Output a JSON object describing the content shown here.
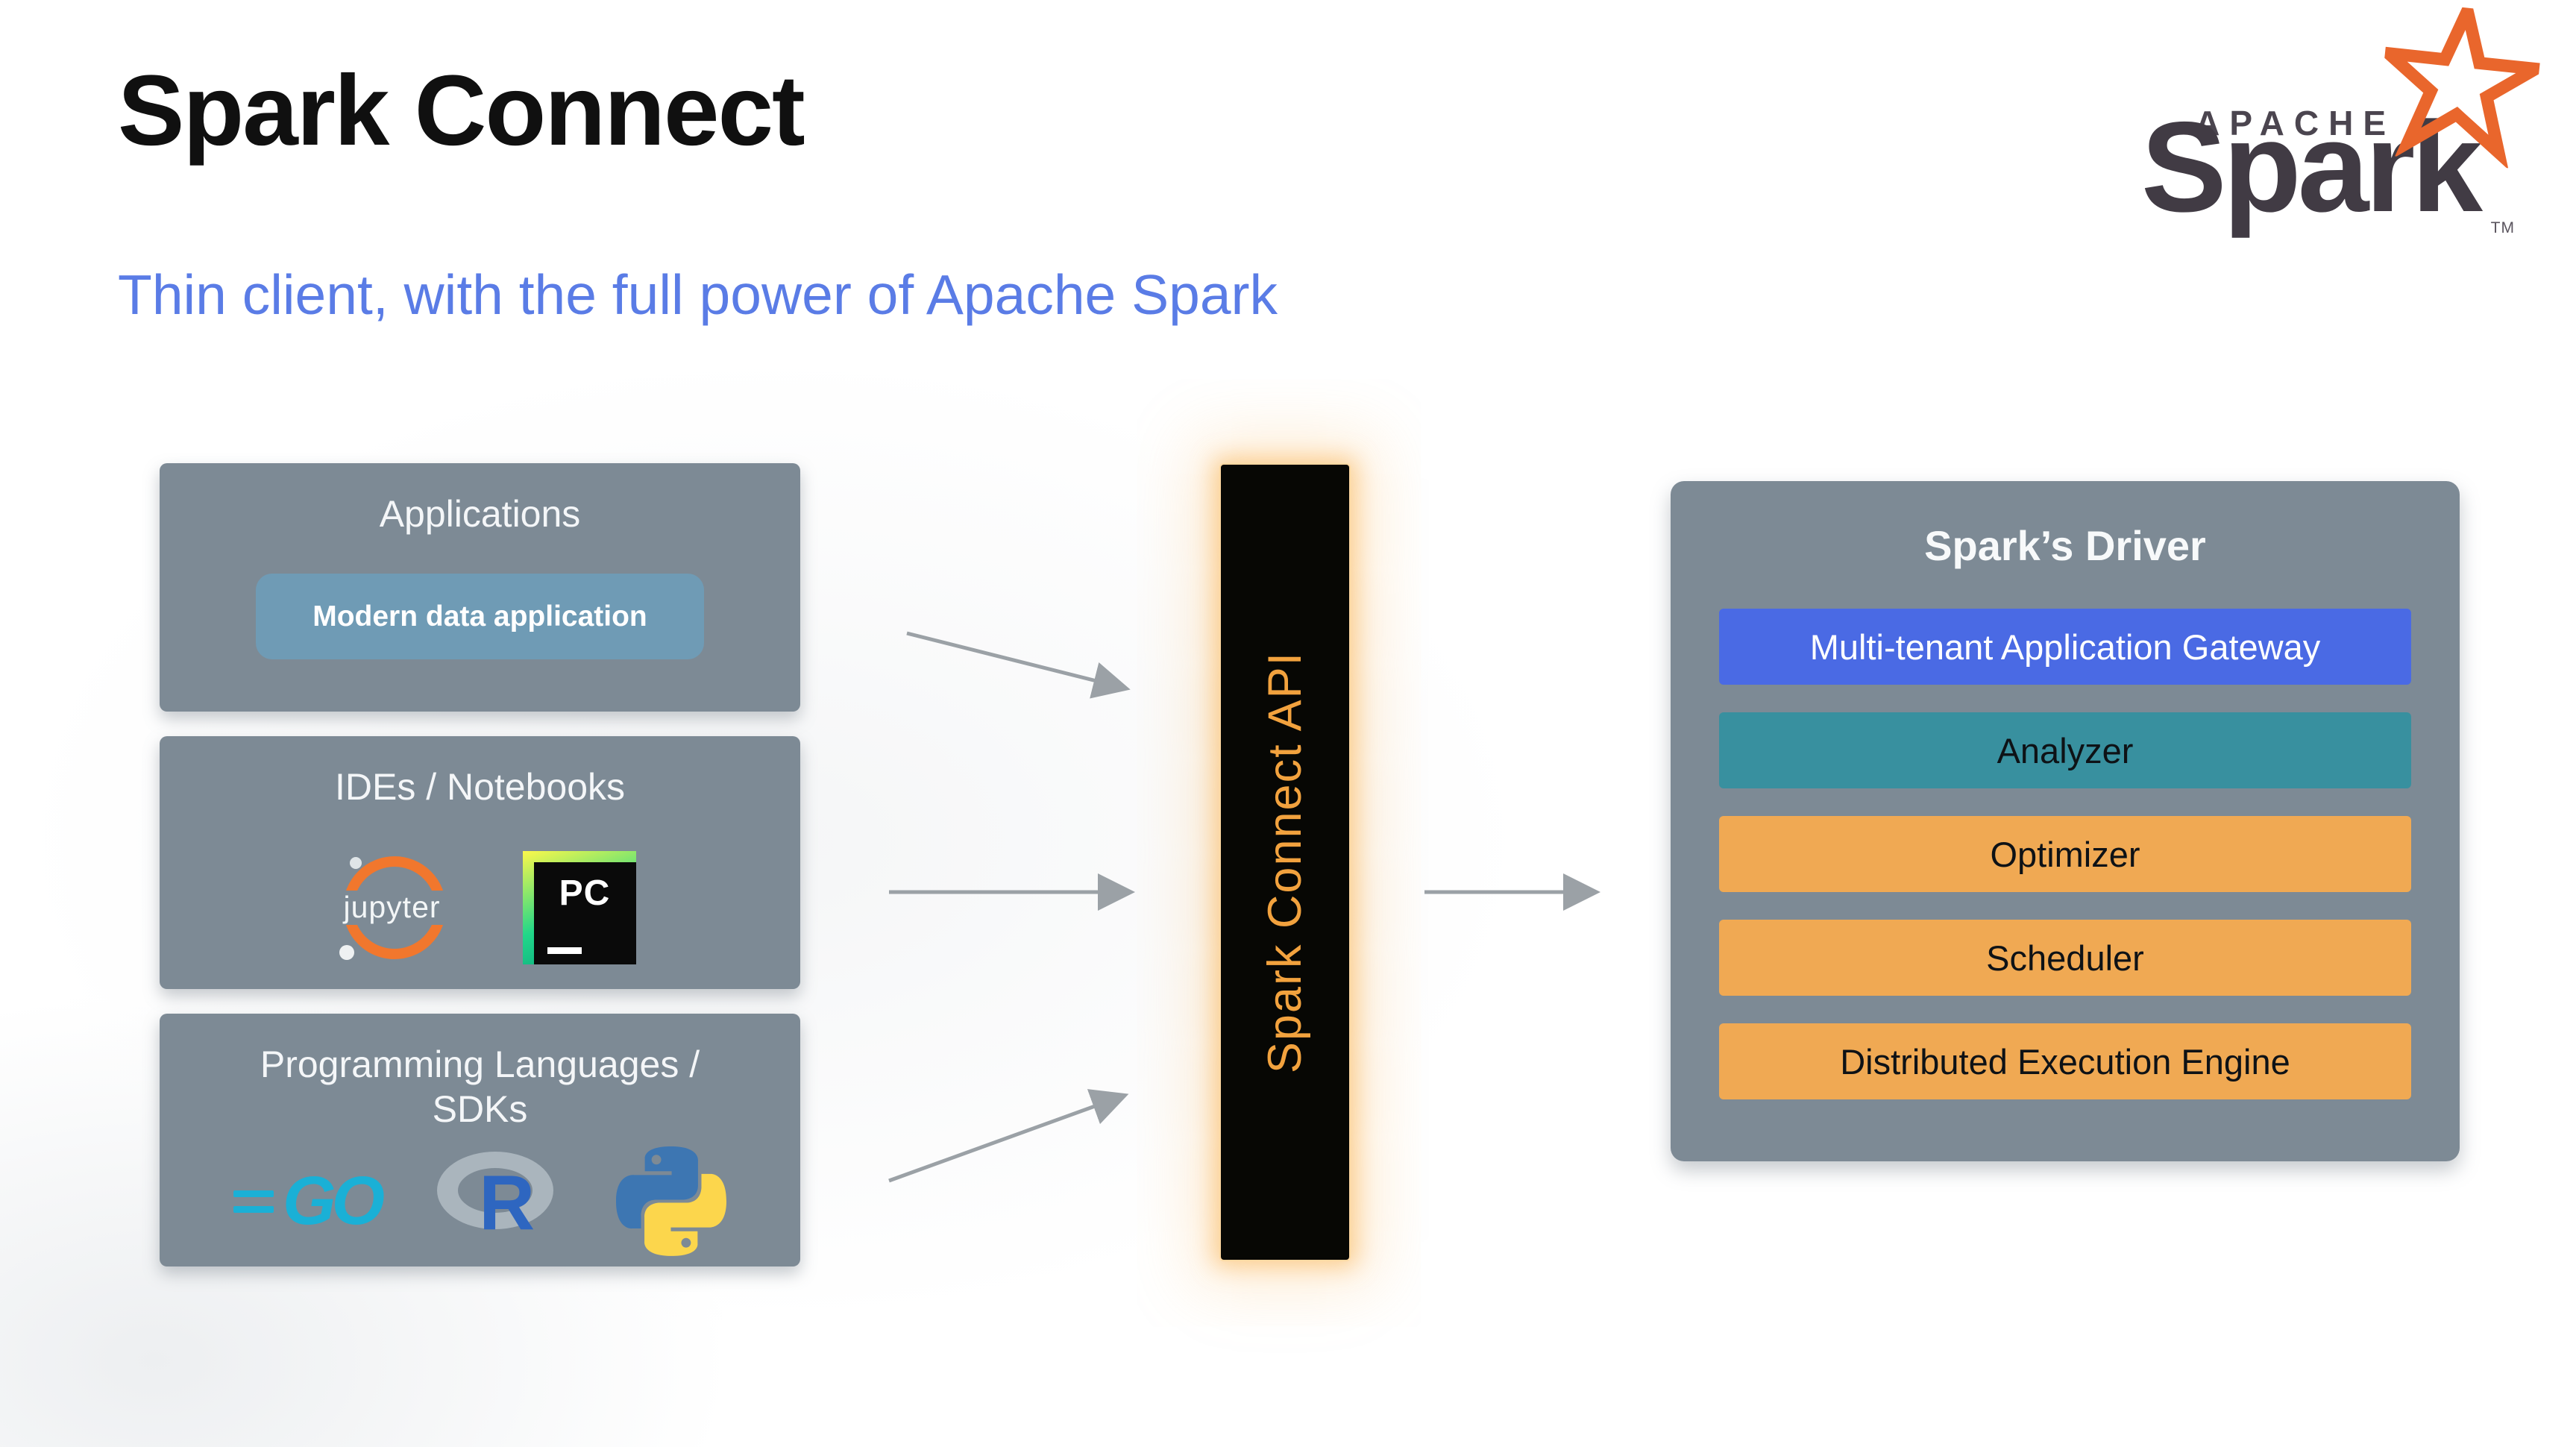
{
  "slide": {
    "title": "Spark Connect",
    "subtitle": "Thin client, with the full power of Apache Spark"
  },
  "brand": {
    "apache": "APACHE",
    "spark_wordmark": "Spark",
    "trademark": "TM"
  },
  "sources": {
    "applications": {
      "title": "Applications",
      "item": "Modern data application"
    },
    "ides": {
      "title": "IDEs / Notebooks",
      "jupyter": "jupyter",
      "pycharm": "PC"
    },
    "languages": {
      "title": "Programming Languages / SDKs",
      "go": "GO",
      "r": "R"
    }
  },
  "connector": {
    "label": "Spark Connect API"
  },
  "driver": {
    "title": "Spark’s Driver",
    "components": [
      {
        "label": "Multi-tenant Application Gateway",
        "bg": "#4a6ae4",
        "fg": "#ffffff"
      },
      {
        "label": "Analyzer",
        "bg": "#38909f",
        "fg": "#0e1216"
      },
      {
        "label": "Optimizer",
        "bg": "#f0a953",
        "fg": "#0e1216"
      },
      {
        "label": "Scheduler",
        "bg": "#f0a953",
        "fg": "#0e1216"
      },
      {
        "label": "Distributed Execution Engine",
        "bg": "#f0a953",
        "fg": "#0e1216"
      }
    ]
  },
  "colors": {
    "subtitle_blue": "#5a7ce6",
    "panel_gray": "#7d8a95",
    "pill_blue": "#6f9bb5",
    "connector_text_orange": "#f2a23e",
    "connector_glow": "#fab85c",
    "arrow_gray": "#9ba1a6",
    "star_orange": "#e9662c"
  }
}
